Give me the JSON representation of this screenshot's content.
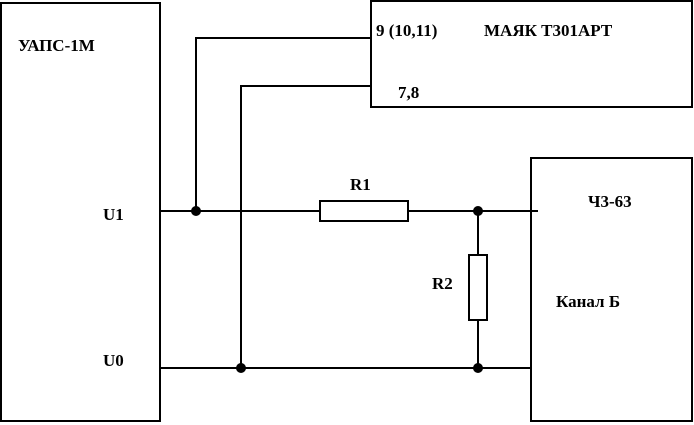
{
  "blocks": {
    "uaps": {
      "label": "УАПС-1М",
      "pin_u1": "U1",
      "pin_u0": "U0"
    },
    "mayak": {
      "label": "МАЯК Т301АРТ",
      "pin_top": "9 (10,11)",
      "pin_bottom": "7,8"
    },
    "ch3": {
      "label": "Ч3-63",
      "channel": "Канал Б"
    }
  },
  "resistors": {
    "r1": "R1",
    "r2": "R2"
  }
}
